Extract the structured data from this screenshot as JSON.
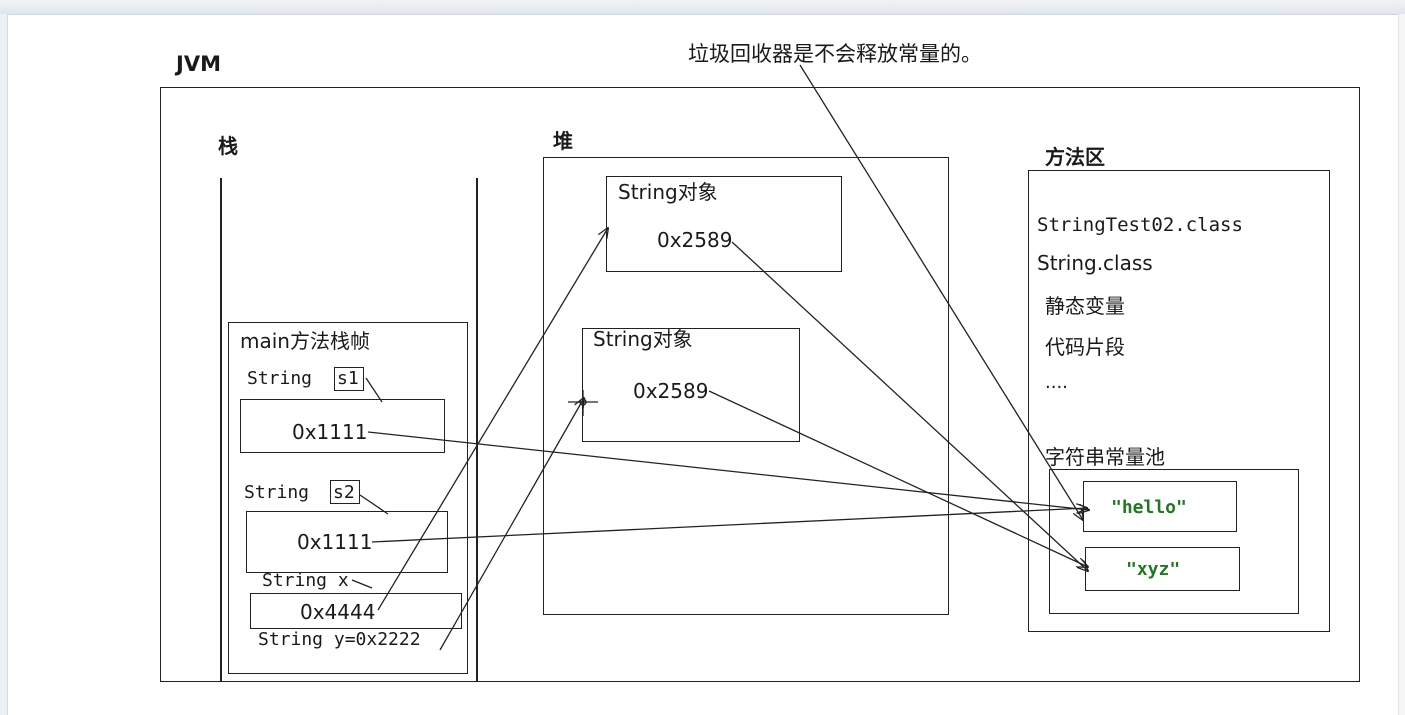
{
  "annotation": "垃圾回收器是不会释放常量的。",
  "jvm": {
    "label": "JVM"
  },
  "stack": {
    "label": "栈",
    "frame": {
      "title": "main方法栈帧",
      "s1_type": "String",
      "s1_name": "s1",
      "s1_value": "0x1111",
      "s2_type": "String",
      "s2_name": "s2",
      "s2_value": "0x1111",
      "x_decl": "String x",
      "x_value": "0x4444",
      "y_decl": "String y=0x2222"
    }
  },
  "heap": {
    "label": "堆",
    "objects": [
      {
        "title": "String对象",
        "value": "0x2589"
      },
      {
        "title": "String对象",
        "value": "0x2589"
      }
    ]
  },
  "method_area": {
    "label": "方法区",
    "items": [
      "StringTest02.class",
      "String.class",
      "静态变量",
      "代码片段",
      "...."
    ],
    "pool": {
      "label": "字符串常量池",
      "constants": [
        "\"hello\"",
        "\"xyz\""
      ]
    }
  }
}
